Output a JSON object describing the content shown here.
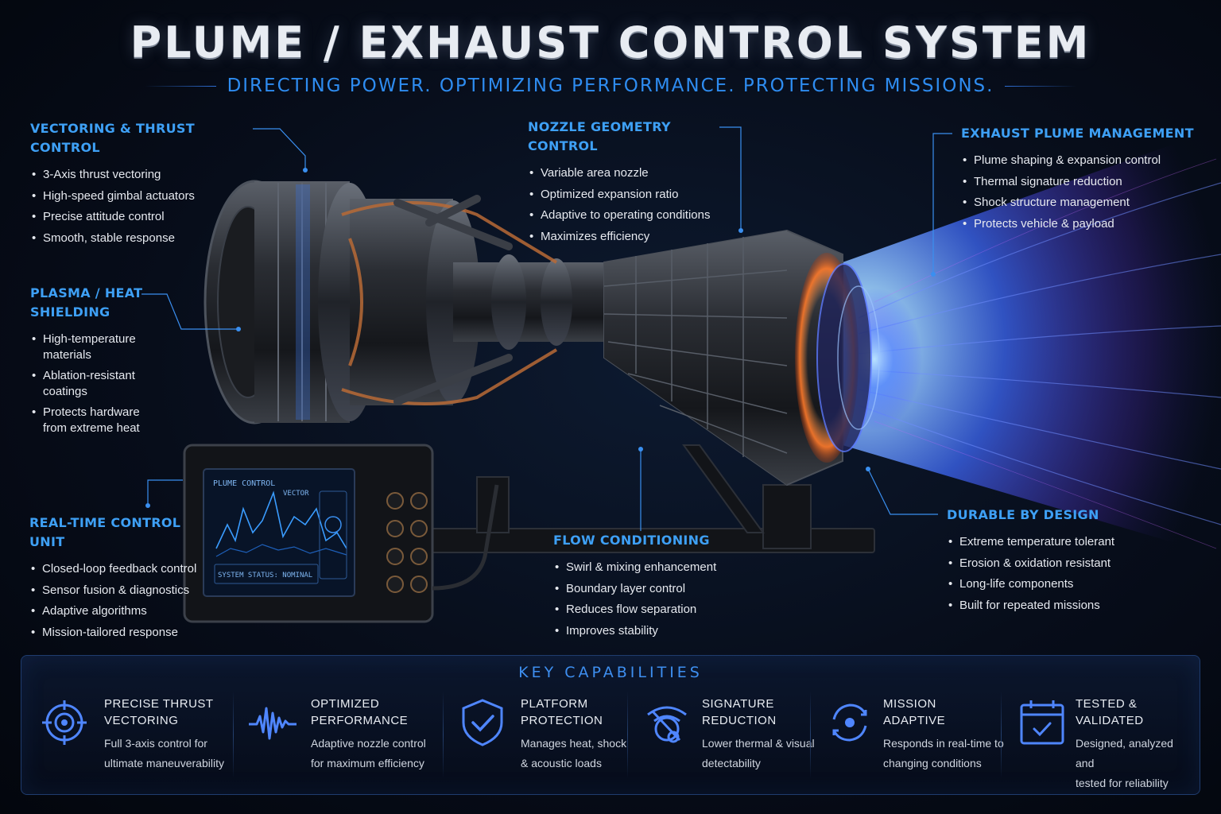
{
  "header": {
    "title": "PLUME / EXHAUST CONTROL SYSTEM",
    "subtitle": "DIRECTING POWER. OPTIMIZING PERFORMANCE. PROTECTING MISSIONS."
  },
  "sections": {
    "vectoring": {
      "title": "VECTORING & THRUST CONTROL",
      "items": [
        "3-Axis thrust vectoring",
        "High-speed gimbal actuators",
        "Precise attitude control",
        "Smooth, stable response"
      ]
    },
    "plasma": {
      "title_line1": "PLASMA / HEAT",
      "title_line2": "SHIELDING",
      "items": [
        "High-temperature",
        "materials",
        "Ablation-resistant",
        "coatings",
        "Protects hardware",
        "from extreme heat"
      ]
    },
    "control_unit": {
      "title": "REAL-TIME CONTROL UNIT",
      "items": [
        "Closed-loop feedback control",
        "Sensor fusion & diagnostics",
        "Adaptive algorithms",
        "Mission-tailored response"
      ]
    },
    "nozzle": {
      "title": "NOZZLE GEOMETRY CONTROL",
      "items": [
        "Variable area nozzle",
        "Optimized expansion ratio",
        "Adaptive to operating conditions",
        "Maximizes efficiency"
      ]
    },
    "flow": {
      "title": "FLOW CONDITIONING",
      "items": [
        "Swirl & mixing enhancement",
        "Boundary layer control",
        "Reduces flow separation",
        "Improves stability"
      ]
    },
    "plume": {
      "title": "EXHAUST PLUME MANAGEMENT",
      "items": [
        "Plume shaping & expansion control",
        "Thermal signature reduction",
        "Shock structure management",
        "Protects vehicle & payload"
      ]
    },
    "durable": {
      "title": "DURABLE BY DESIGN",
      "items": [
        "Extreme temperature tolerant",
        "Erosion & oxidation resistant",
        "Long-life components",
        "Built for repeated missions"
      ]
    }
  },
  "screen": {
    "title": "PLUME CONTROL",
    "vector": "VECTOR",
    "status": "SYSTEM STATUS: NOMINAL"
  },
  "capabilities": {
    "title": "KEY CAPABILITIES",
    "items": [
      {
        "icon": "crosshair-icon",
        "title": "PRECISE THRUST\nVECTORING",
        "desc": "Full 3-axis control for\nultimate maneuverability"
      },
      {
        "icon": "waveform-icon",
        "title": "OPTIMIZED\nPERFORMANCE",
        "desc": "Adaptive nozzle control\nfor maximum efficiency"
      },
      {
        "icon": "shield-check-icon",
        "title": "PLATFORM\nPROTECTION",
        "desc": "Manages heat, shock\n& acoustic loads"
      },
      {
        "icon": "radar-icon",
        "title": "SIGNATURE\nREDUCTION",
        "desc": "Lower thermal & visual\ndetectability"
      },
      {
        "icon": "adaptive-cycle-icon",
        "title": "MISSION\nADAPTIVE",
        "desc": "Responds in real-time to\nchanging conditions"
      },
      {
        "icon": "calendar-check-icon",
        "title": "TESTED &\nVALIDATED",
        "desc": "Designed, analyzed and\ntested for reliability"
      }
    ]
  },
  "colors": {
    "accent": "#3ea0f5",
    "background": "#070d1a",
    "plume": "#4b6cff",
    "heat": "#ff7a2a"
  }
}
